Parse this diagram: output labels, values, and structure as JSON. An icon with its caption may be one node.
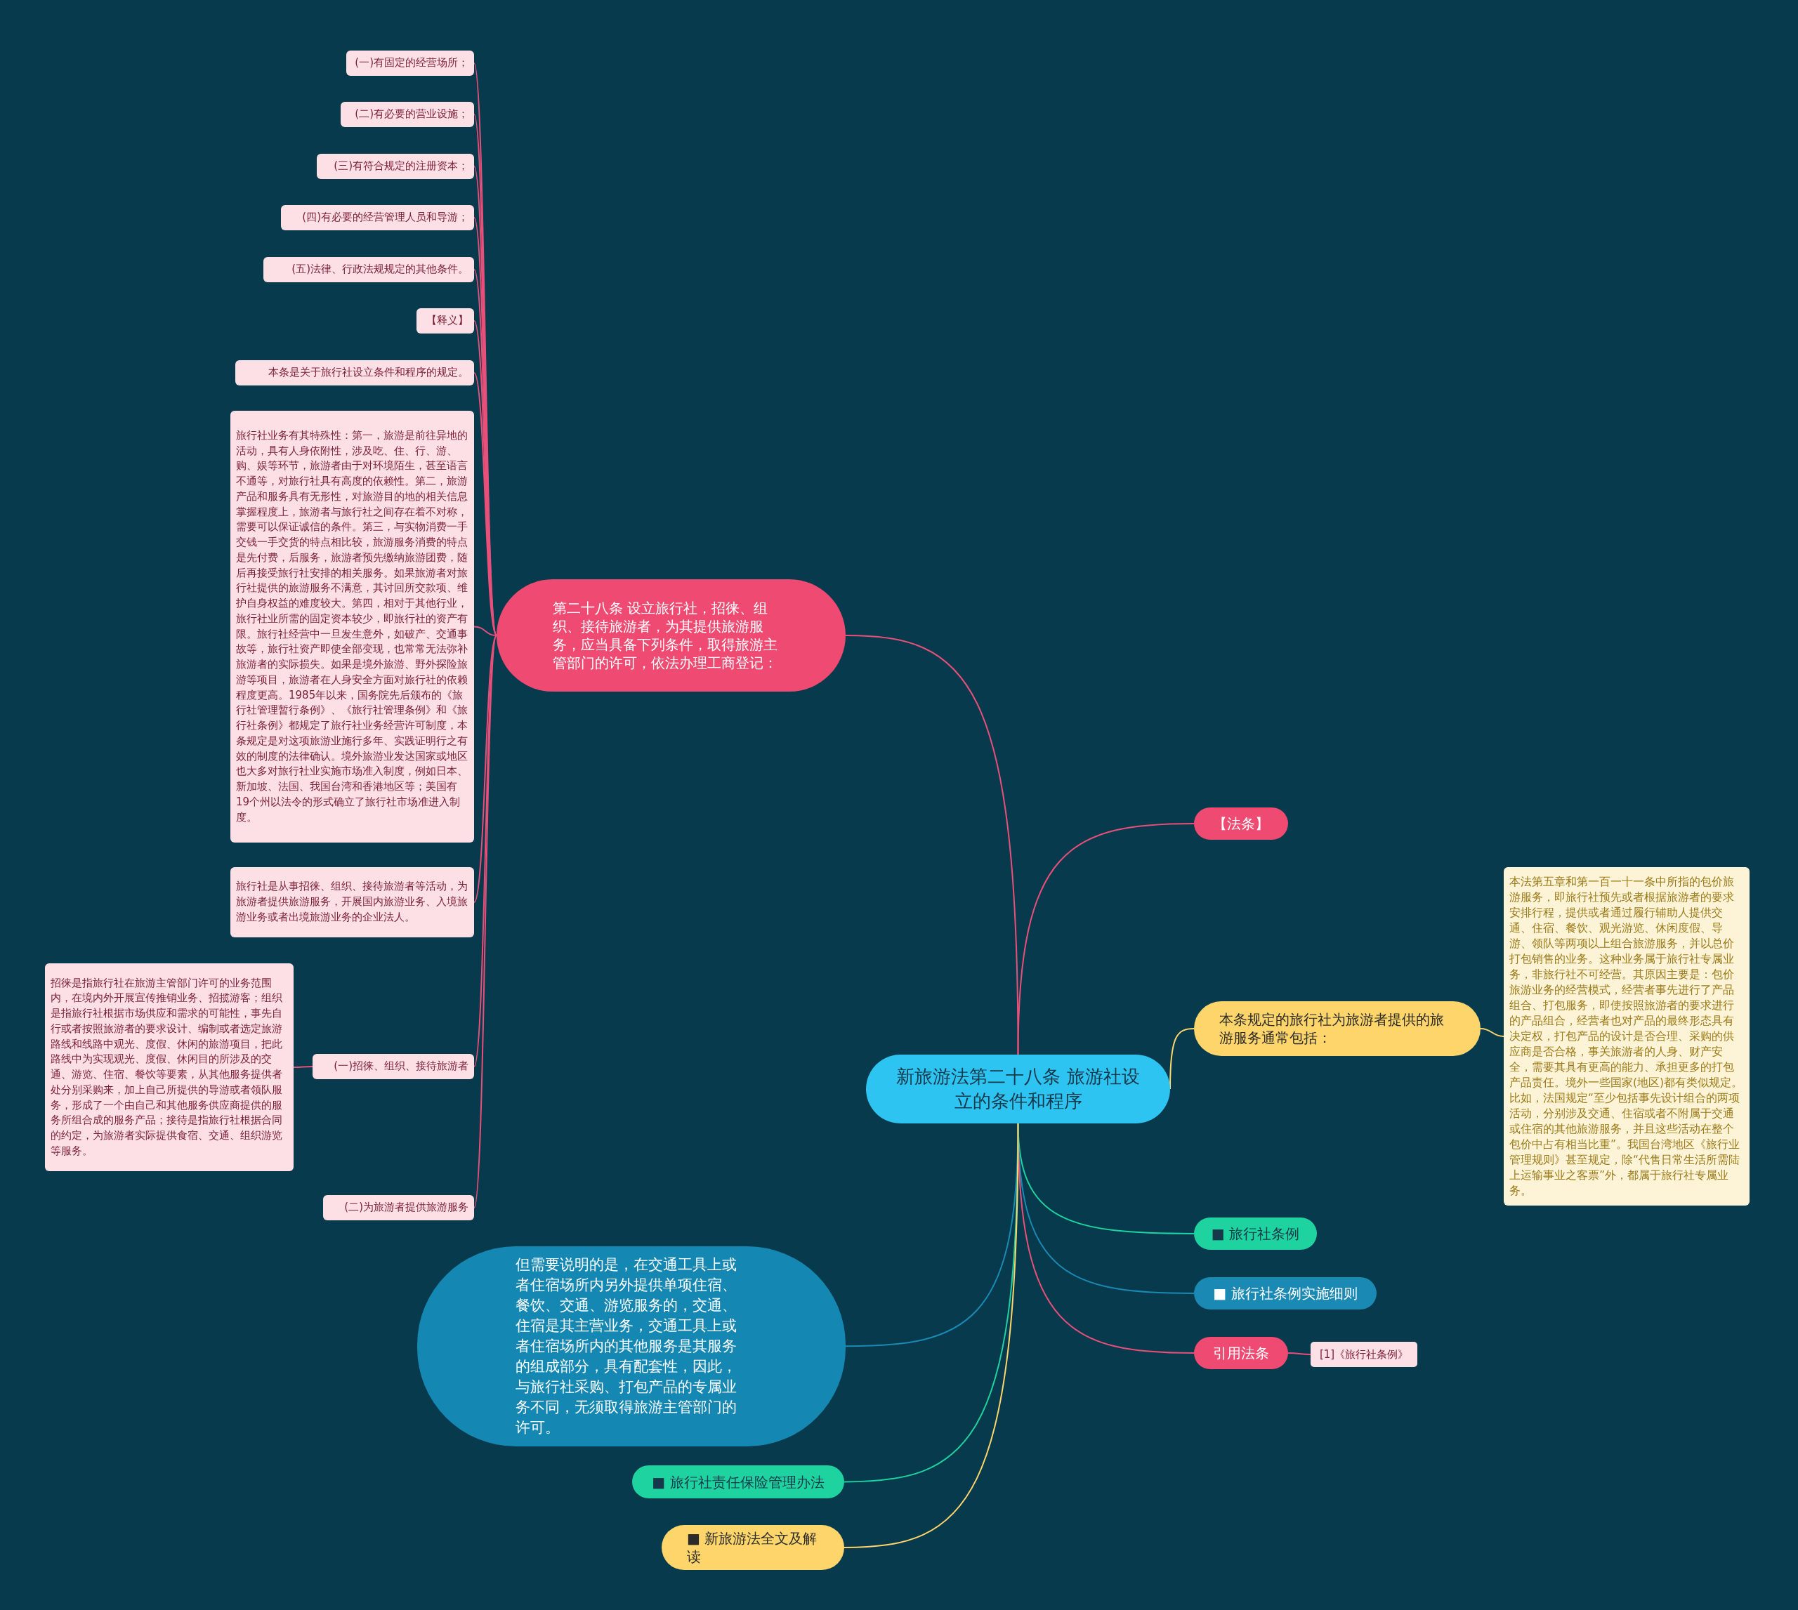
{
  "diagram": {
    "nodes": [
      {
        "text": [
          "新旅游法第二十八条 旅游社设立的条件和程序"
        ]
      },
      {
        "text": [
          "第二十八条 设立旅行社，招徕、组织、接待旅游者，为其提供旅游服务，应当具备下列条件，取得旅游主管部门的许可，依法办理工商登记："
        ]
      },
      {
        "text": [
          "(一)有固定的经营场所；"
        ]
      },
      {
        "text": [
          "(二)有必要的营业设施；"
        ]
      },
      {
        "text": [
          "(三)有符合规定的注册资本；"
        ]
      },
      {
        "text": [
          "(四)有必要的经营管理人员和导游；"
        ]
      },
      {
        "text": [
          "(五)法律、行政法规规定的其他条件。"
        ]
      },
      {
        "text": [
          "【释义】"
        ]
      },
      {
        "text": [
          "本条是关于旅行社设立条件和程序的规定。"
        ]
      },
      {
        "text": [
          "旅行社业务有其特殊性：第一，旅游是前往异地的活动，具有人身依附性，涉及吃、住、行、游、购、娱等环节，旅游者由于对环境陌生，甚至语言不通等，对旅行社具有高度的依赖性。第二，旅游产品和服务具有无形性，对旅游目的地的相关信息掌握程度上，旅游者与旅行社之间存在着不对称，需要可以保证诚信的条件。第三，与实物消费一手交钱一手交货的特点相比较，旅游服务消费的特点是先付费，后服务，旅游者预先缴纳旅游团费，随后再接受旅行社安排的相关服务。如果旅游者对旅行社提供的旅游服务不满意，其讨回所交款项、维护自身权益的难度较大。第四，相对于其他行业，旅行社业所需的固定资本较少，即旅行社的资产有限。旅行社经营中一旦发生意外，如破产、交通事故等，旅行社资产即使全部变现，也常常无法弥补旅游者的实际损失。如果是境外旅游、野外探险旅游等项目，旅游者在人身安全方面对旅行社的依赖程度更高。1985年以来，国务院先后颁布的《旅行社管理暂行条例》、《旅行社管理条例》和《旅行社条例》都规定了旅行社业务经营许可制度，本条规定是对这项旅游业施行多年、实践证明行之有效的制度的法律确认。境外旅游业发达国家或地区也大多对旅行社业实施市场准入制度，例如日本、新加坡、法国、我国台湾和香港地区等；美国有19个州以法令的形式确立了旅行社市场准进入制度。"
        ]
      },
      {
        "text": [
          "旅行社是从事招徕、组织、接待旅游者等活动，为旅游者提供旅游服务，开展国内旅游业务、入境旅游业务或者出境旅游业务的企业法人。"
        ]
      },
      {
        "text": [
          "(一)招徕、组织、接待旅游者"
        ]
      },
      {
        "text": [
          "招徕是指旅行社在旅游主管部门许可的业务范围内，在境内外开展宣传推销业务、招揽游客；组织是指旅行社根据市场供应和需求的可能性，事先自行或者按照旅游者的要求设计、编制或者选定旅游路线和线路中观光、度假、休闲的旅游项目，把此路线中为实现观光、度假、休闲目的所涉及的交通、游览、住宿、餐饮等要素，从其他服务提供者处分别采购来，加上自己所提供的导游或者领队服务，形成了一个由自己和其他服务供应商提供的服务所组合成的服务产品；接待是指旅行社根据合同的约定，为旅游者实际提供食宿、交通、组织游览等服务。"
        ]
      },
      {
        "text": [
          "(二)为旅游者提供旅游服务"
        ]
      },
      {
        "text": [
          "【法条】"
        ]
      },
      {
        "text": [
          "本条规定的旅行社为旅游者提供的旅游服务通常包括："
        ]
      },
      {
        "text": [
          "本法第五章和第一百一十一条中所指的包价旅游服务，即旅行社预先或者根据旅游者的要求安排行程，提供或者通过履行辅助人提供交通、住宿、餐饮、观光游览、休闲度假、导游、领队等两项以上组合旅游服务，并以总价打包销售的业务。这种业务属于旅行社专属业务，非旅行社不可经营。其原因主要是：包价旅游业务的经营模式，经营者事先进行了产品组合、打包服务，即使按照旅游者的要求进行的产品组合，经营者也对产品的最终形态具有决定权，打包产品的设计是否合理、采购的供应商是否合格，事关旅游者的人身、财产安全，需要其具有更高的能力、承担更多的打包产品责任。境外一些国家(地区)都有类似规定。比如，法国规定“至少包括事先设计组合的两项活动，分别涉及交通、住宿或者不附属于交通或住宿的其他旅游服务，并且这些活动在整个包价中占有相当比重”。我国台湾地区《旅行业管理规则》甚至规定，除“代售日常生活所需陆上运输事业之客票”外，都属于旅行社专属业务。"
        ]
      },
      {
        "text": [
          "■ 旅行社条例"
        ]
      },
      {
        "text": [
          "■ 旅行社条例实施细则"
        ]
      },
      {
        "text": [
          "引用法条"
        ]
      },
      {
        "text": [
          "[1]《旅行社条例》"
        ]
      },
      {
        "text": [
          "但需要说明的是，在交通工具上或者住宿场所内另外提供单项住宿、餐饮、交通、游览服务的，交通、住宿是其主营业务，交通工具上或者住宿场所内的其他服务是其服务的组成部分，具有配套性，因此，与旅行社采购、打包产品的专属业务不同，无须取得旅游主管部门的许可。"
        ]
      },
      {
        "text": [
          "■ 旅行社责任保险管理办法"
        ]
      },
      {
        "text": [
          "■ 新旅游法全文及解读"
        ]
      }
    ],
    "edges": [
      {
        "from": 0,
        "to": 1,
        "arrow": "none"
      },
      {
        "from": 1,
        "to": 2,
        "arrow": "none"
      },
      {
        "from": 1,
        "to": 3,
        "arrow": "none"
      },
      {
        "from": 1,
        "to": 4,
        "arrow": "none"
      },
      {
        "from": 1,
        "to": 5,
        "arrow": "none"
      },
      {
        "from": 1,
        "to": 6,
        "arrow": "none"
      },
      {
        "from": 1,
        "to": 7,
        "arrow": "none"
      },
      {
        "from": 1,
        "to": 8,
        "arrow": "none"
      },
      {
        "from": 1,
        "to": 9,
        "arrow": "none"
      },
      {
        "from": 1,
        "to": 10,
        "arrow": "none"
      },
      {
        "from": 1,
        "to": 11,
        "arrow": "none"
      },
      {
        "from": 11,
        "to": 12,
        "arrow": "none"
      },
      {
        "from": 1,
        "to": 13,
        "arrow": "none"
      },
      {
        "from": 0,
        "to": 14,
        "arrow": "none"
      },
      {
        "from": 0,
        "to": 15,
        "arrow": "none",
        "color": "#fdd56a"
      },
      {
        "from": 15,
        "to": 16,
        "arrow": "none",
        "color": "#fdd56a"
      },
      {
        "from": 0,
        "to": 17,
        "arrow": "none",
        "color": "#1ed3a0"
      },
      {
        "from": 0,
        "to": 18,
        "arrow": "none",
        "color": "#1a8ab5"
      },
      {
        "from": 0,
        "to": 19,
        "arrow": "none"
      },
      {
        "from": 19,
        "to": 20,
        "arrow": "none"
      },
      {
        "from": 0,
        "to": 21,
        "arrow": "none",
        "color": "#1a8ab5"
      },
      {
        "from": 0,
        "to": 22,
        "arrow": "none",
        "color": "#1ed3a0"
      },
      {
        "from": 0,
        "to": 23,
        "arrow": "none",
        "color": "#fdd56a"
      }
    ]
  }
}
